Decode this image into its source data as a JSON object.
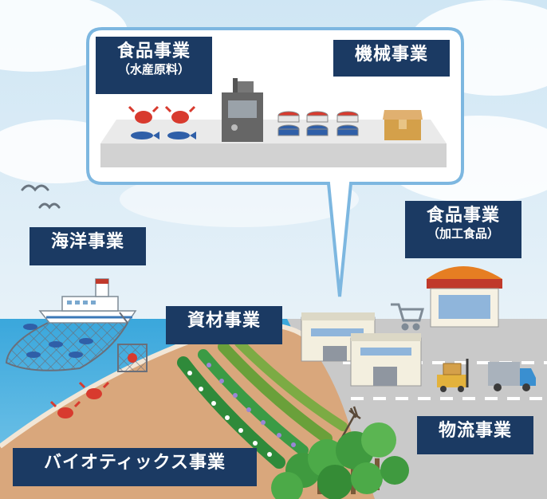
{
  "labels": {
    "food_seafood": {
      "title": "食品事業",
      "subtitle": "（水産原料）"
    },
    "machinery": {
      "title": "機械事業"
    },
    "marine": {
      "title": "海洋事業"
    },
    "food_processed": {
      "title": "食品事業",
      "subtitle": "（加工食品）"
    },
    "materials": {
      "title": "資材事業"
    },
    "logistics": {
      "title": "物流事業"
    },
    "biotics": {
      "title": "バイオティックス事業"
    }
  },
  "colors": {
    "label_bg": "#1b3a63",
    "sky": "#d8ecf7",
    "sea": "#4aaee0",
    "sand": "#d9a77c",
    "road": "#c9c9c9"
  },
  "icons": [
    "crab-icon",
    "fish-icon",
    "machine-icon",
    "can-icon",
    "box-icon",
    "ship-icon",
    "net-icon",
    "bird-icon",
    "store-icon",
    "cart-icon",
    "warehouse-icon",
    "truck-icon",
    "forklift-icon",
    "tree-icon",
    "flower-row-icon",
    "rake-icon"
  ]
}
